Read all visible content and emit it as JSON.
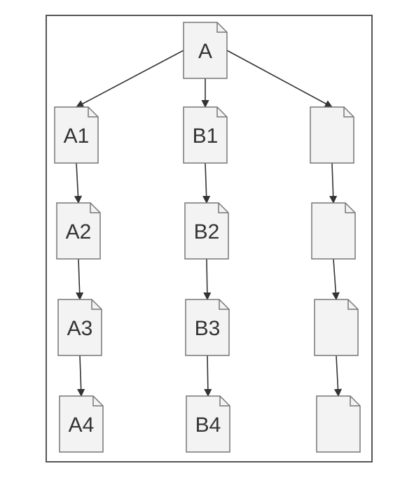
{
  "diagram": {
    "nodes": {
      "root": "A",
      "a1": "A1",
      "a2": "A2",
      "a3": "A3",
      "a4": "A4",
      "b1": "B1",
      "b2": "B2",
      "b3": "B3",
      "b4": "B4",
      "c1": "",
      "c2": "",
      "c3": "",
      "c4": ""
    },
    "edges": [
      [
        "root",
        "a1"
      ],
      [
        "root",
        "b1"
      ],
      [
        "root",
        "c1"
      ],
      [
        "a1",
        "a2"
      ],
      [
        "a2",
        "a3"
      ],
      [
        "a3",
        "a4"
      ],
      [
        "b1",
        "b2"
      ],
      [
        "b2",
        "b3"
      ],
      [
        "b3",
        "b4"
      ],
      [
        "c1",
        "c2"
      ],
      [
        "c2",
        "c3"
      ],
      [
        "c3",
        "c4"
      ]
    ],
    "colors": {
      "page_fill": "#f3f3f3",
      "page_stroke": "#777777",
      "text": "#333333",
      "arrow": "#333333",
      "frame": "#555555"
    }
  }
}
